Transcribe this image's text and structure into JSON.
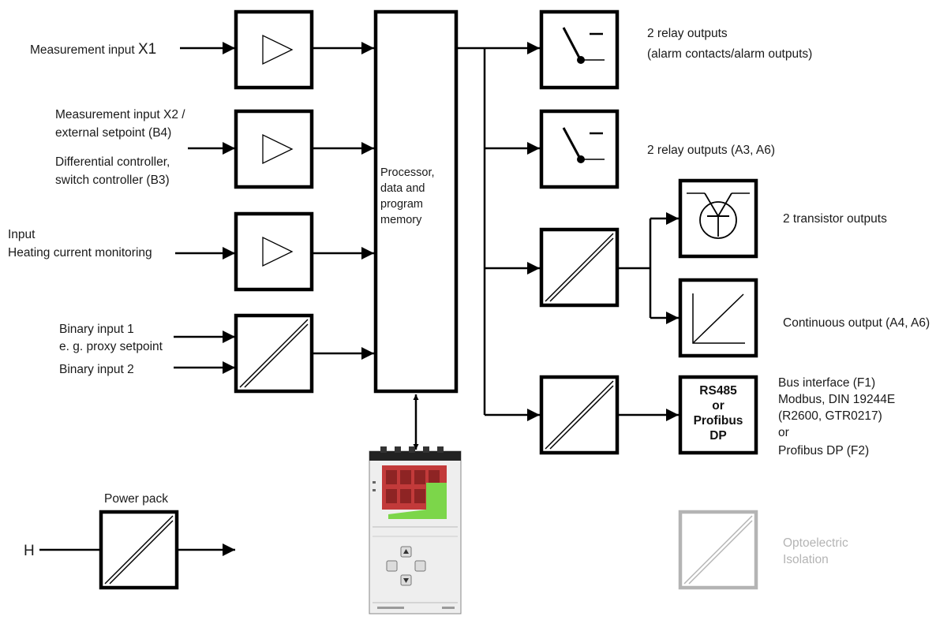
{
  "inputs": {
    "x1_text": "Measurement input ",
    "x1_tag": "X1",
    "x2_line1": "Measurement input X2 /",
    "x2_line2": "external setpoint (B4)",
    "diff_line1": "Differential controller,",
    "diff_line2": "switch controller (B3)",
    "heat_line1": "Input",
    "heat_line2": "Heating current monitoring",
    "bin1_line1": "Binary input 1",
    "bin1_line2": "e. g. proxy setpoint",
    "bin2": "Binary input 2"
  },
  "processor": {
    "line1": "Processor,",
    "line2": "data and",
    "line3": "program",
    "line4": "memory"
  },
  "outputs": {
    "relay1_line1": "2 relay outputs",
    "relay1_line2": "(alarm contacts/alarm outputs)",
    "relay2": "2 relay outputs (A3, A6)",
    "transistor": "2 transistor outputs",
    "continuous": "Continuous output (A4, A6)",
    "bus_line1": "Bus interface (F1)",
    "bus_line2": "Modbus, DIN 19244E",
    "bus_line3": "(R2600, GTR0217)",
    "bus_line4": "or",
    "bus_line5": "Profibus DP (F2)"
  },
  "bus_box": {
    "line1": "RS485",
    "line2": "or",
    "line3": "Profibus",
    "line4": "DP"
  },
  "power": {
    "title": "Power pack",
    "input": "H"
  },
  "legend": {
    "line1": "Optoelectric",
    "line2": "Isolation"
  },
  "colors": {
    "line": "#000000",
    "legend_grey": "#b4b4b4",
    "display_red": "#c23a3a",
    "display_green": "#7cd64a"
  }
}
